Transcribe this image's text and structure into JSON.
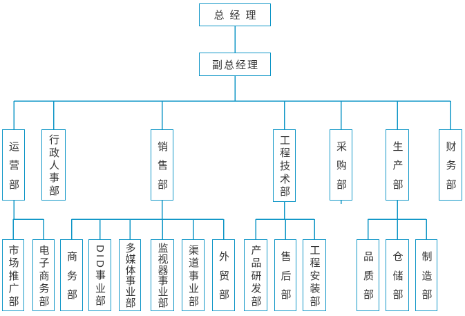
{
  "org": {
    "general_manager": {
      "label": "总经理"
    },
    "deputy_general_manager": {
      "label": "副总经理"
    },
    "departments": [
      {
        "label": "运营部",
        "children": [
          {
            "label": "市场推广部"
          },
          {
            "label": "电子商务部"
          }
        ]
      },
      {
        "label": "行政人事部",
        "children": []
      },
      {
        "label": "销售部",
        "children": [
          {
            "label": "商务部"
          },
          {
            "label": "DID事业部"
          },
          {
            "label": "多媒体事业部"
          },
          {
            "label": "监视器事业部"
          },
          {
            "label": "渠道事业部"
          },
          {
            "label": "外贸部"
          }
        ]
      },
      {
        "label": "工程技术部",
        "children": [
          {
            "label": "产品研发部"
          },
          {
            "label": "售后部"
          },
          {
            "label": "工程安装部"
          }
        ]
      },
      {
        "label": "采购部",
        "children": []
      },
      {
        "label": "生产部",
        "children": [
          {
            "label": "品质部"
          },
          {
            "label": "仓储部"
          },
          {
            "label": "制造部"
          }
        ]
      },
      {
        "label": "财务部",
        "children": []
      }
    ],
    "colors": {
      "line": "#0d95c6",
      "border": "#0d95c6",
      "text": "#333333",
      "background": "#ffffff"
    }
  }
}
